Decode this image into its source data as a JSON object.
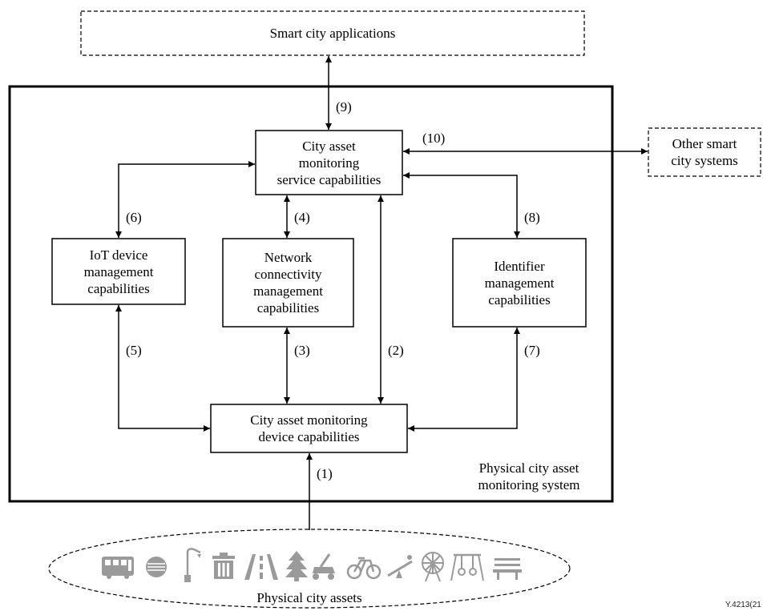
{
  "top_box": "Smart city applications",
  "system_label": "Physical city asset\nmonitoring system",
  "boxes": {
    "service": "City asset\nmonitoring\nservice capabilities",
    "iot": "IoT device\nmanagement\ncapabilities",
    "network": "Network\nconnectivity\nmanagement\ncapabilities",
    "identifier": "Identifier\nmanagement\ncapabilities",
    "device": "City asset monitoring\ndevice capabilities",
    "other": "Other smart\ncity systems"
  },
  "references": [
    "(1)",
    "(2)",
    "(3)",
    "(4)",
    "(5)",
    "(6)",
    "(7)",
    "(8)",
    "(9)",
    "(10)"
  ],
  "assets_label": "Physical city assets",
  "asset_icons": [
    "bus-icon",
    "manhole-icon",
    "streetlight-icon",
    "trash-bin-icon",
    "road-icon",
    "tree-icon",
    "lawn-mower-icon",
    "bicycle-icon",
    "seesaw-icon",
    "ferris-wheel-icon",
    "swing-icon",
    "bench-icon"
  ],
  "figure_ref": "Y.4213(21"
}
